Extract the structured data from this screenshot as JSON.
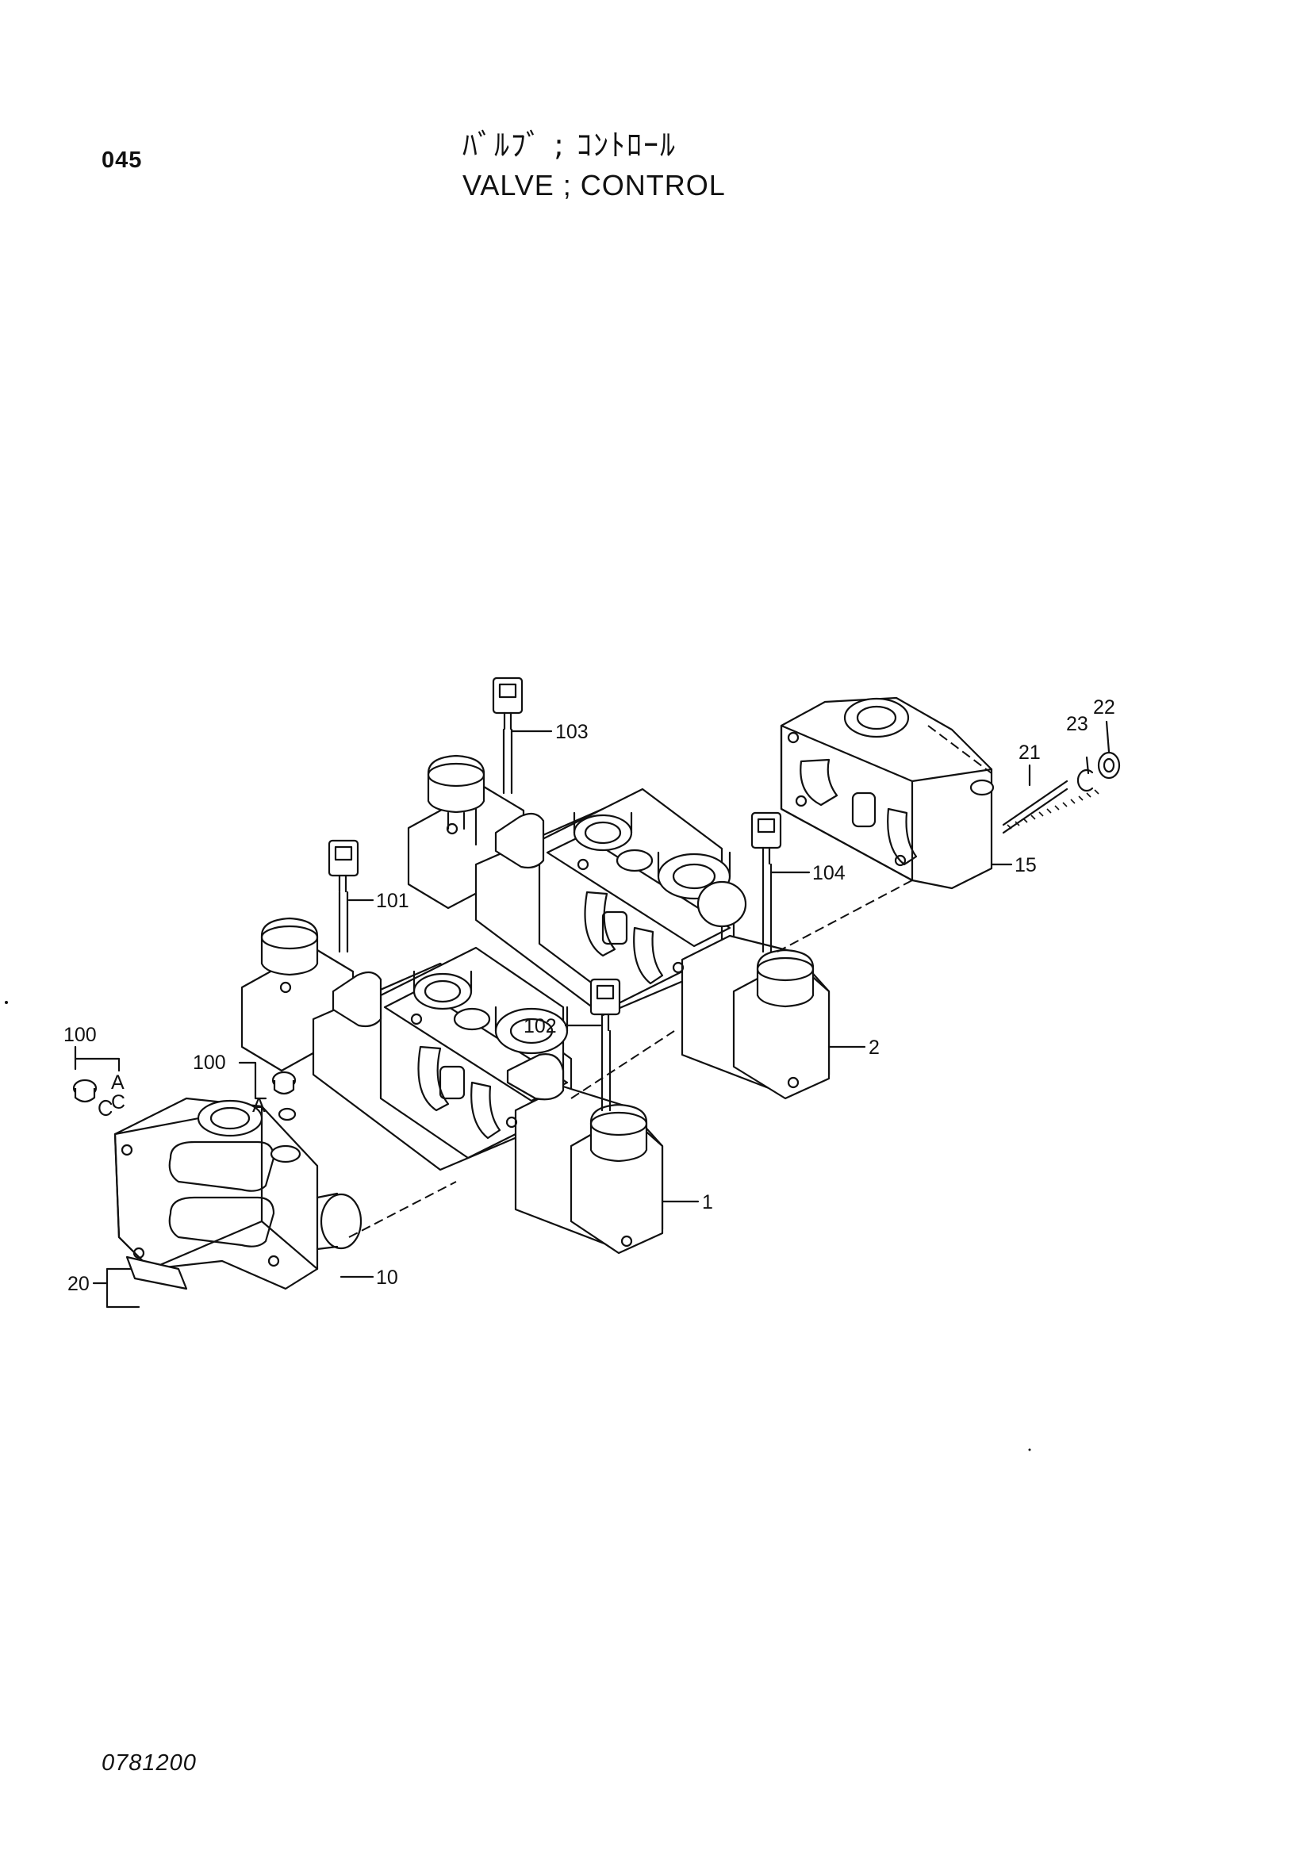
{
  "header": {
    "page_number": "045",
    "title_jp": "ﾊﾞﾙﾌﾞ ; ｺﾝﾄﾛｰﾙ",
    "title_en": "VALVE ; CONTROL"
  },
  "footer": {
    "drawing_code": "0781200"
  },
  "callouts": [
    {
      "id": "callout-103",
      "label": "103"
    },
    {
      "id": "callout-101",
      "label": "101"
    },
    {
      "id": "callout-104",
      "label": "104"
    },
    {
      "id": "callout-102",
      "label": "102"
    },
    {
      "id": "callout-21",
      "label": "21"
    },
    {
      "id": "callout-22",
      "label": "22"
    },
    {
      "id": "callout-23",
      "label": "23"
    },
    {
      "id": "callout-15",
      "label": "15"
    },
    {
      "id": "callout-2",
      "label": "2"
    },
    {
      "id": "callout-1",
      "label": "1"
    },
    {
      "id": "callout-10",
      "label": "10"
    },
    {
      "id": "callout-20",
      "label": "20"
    },
    {
      "id": "callout-100a",
      "label": "100"
    },
    {
      "id": "callout-100b",
      "label": "100"
    }
  ],
  "markers": {
    "a_left": "A",
    "c_left": "C",
    "a_right": "A"
  }
}
